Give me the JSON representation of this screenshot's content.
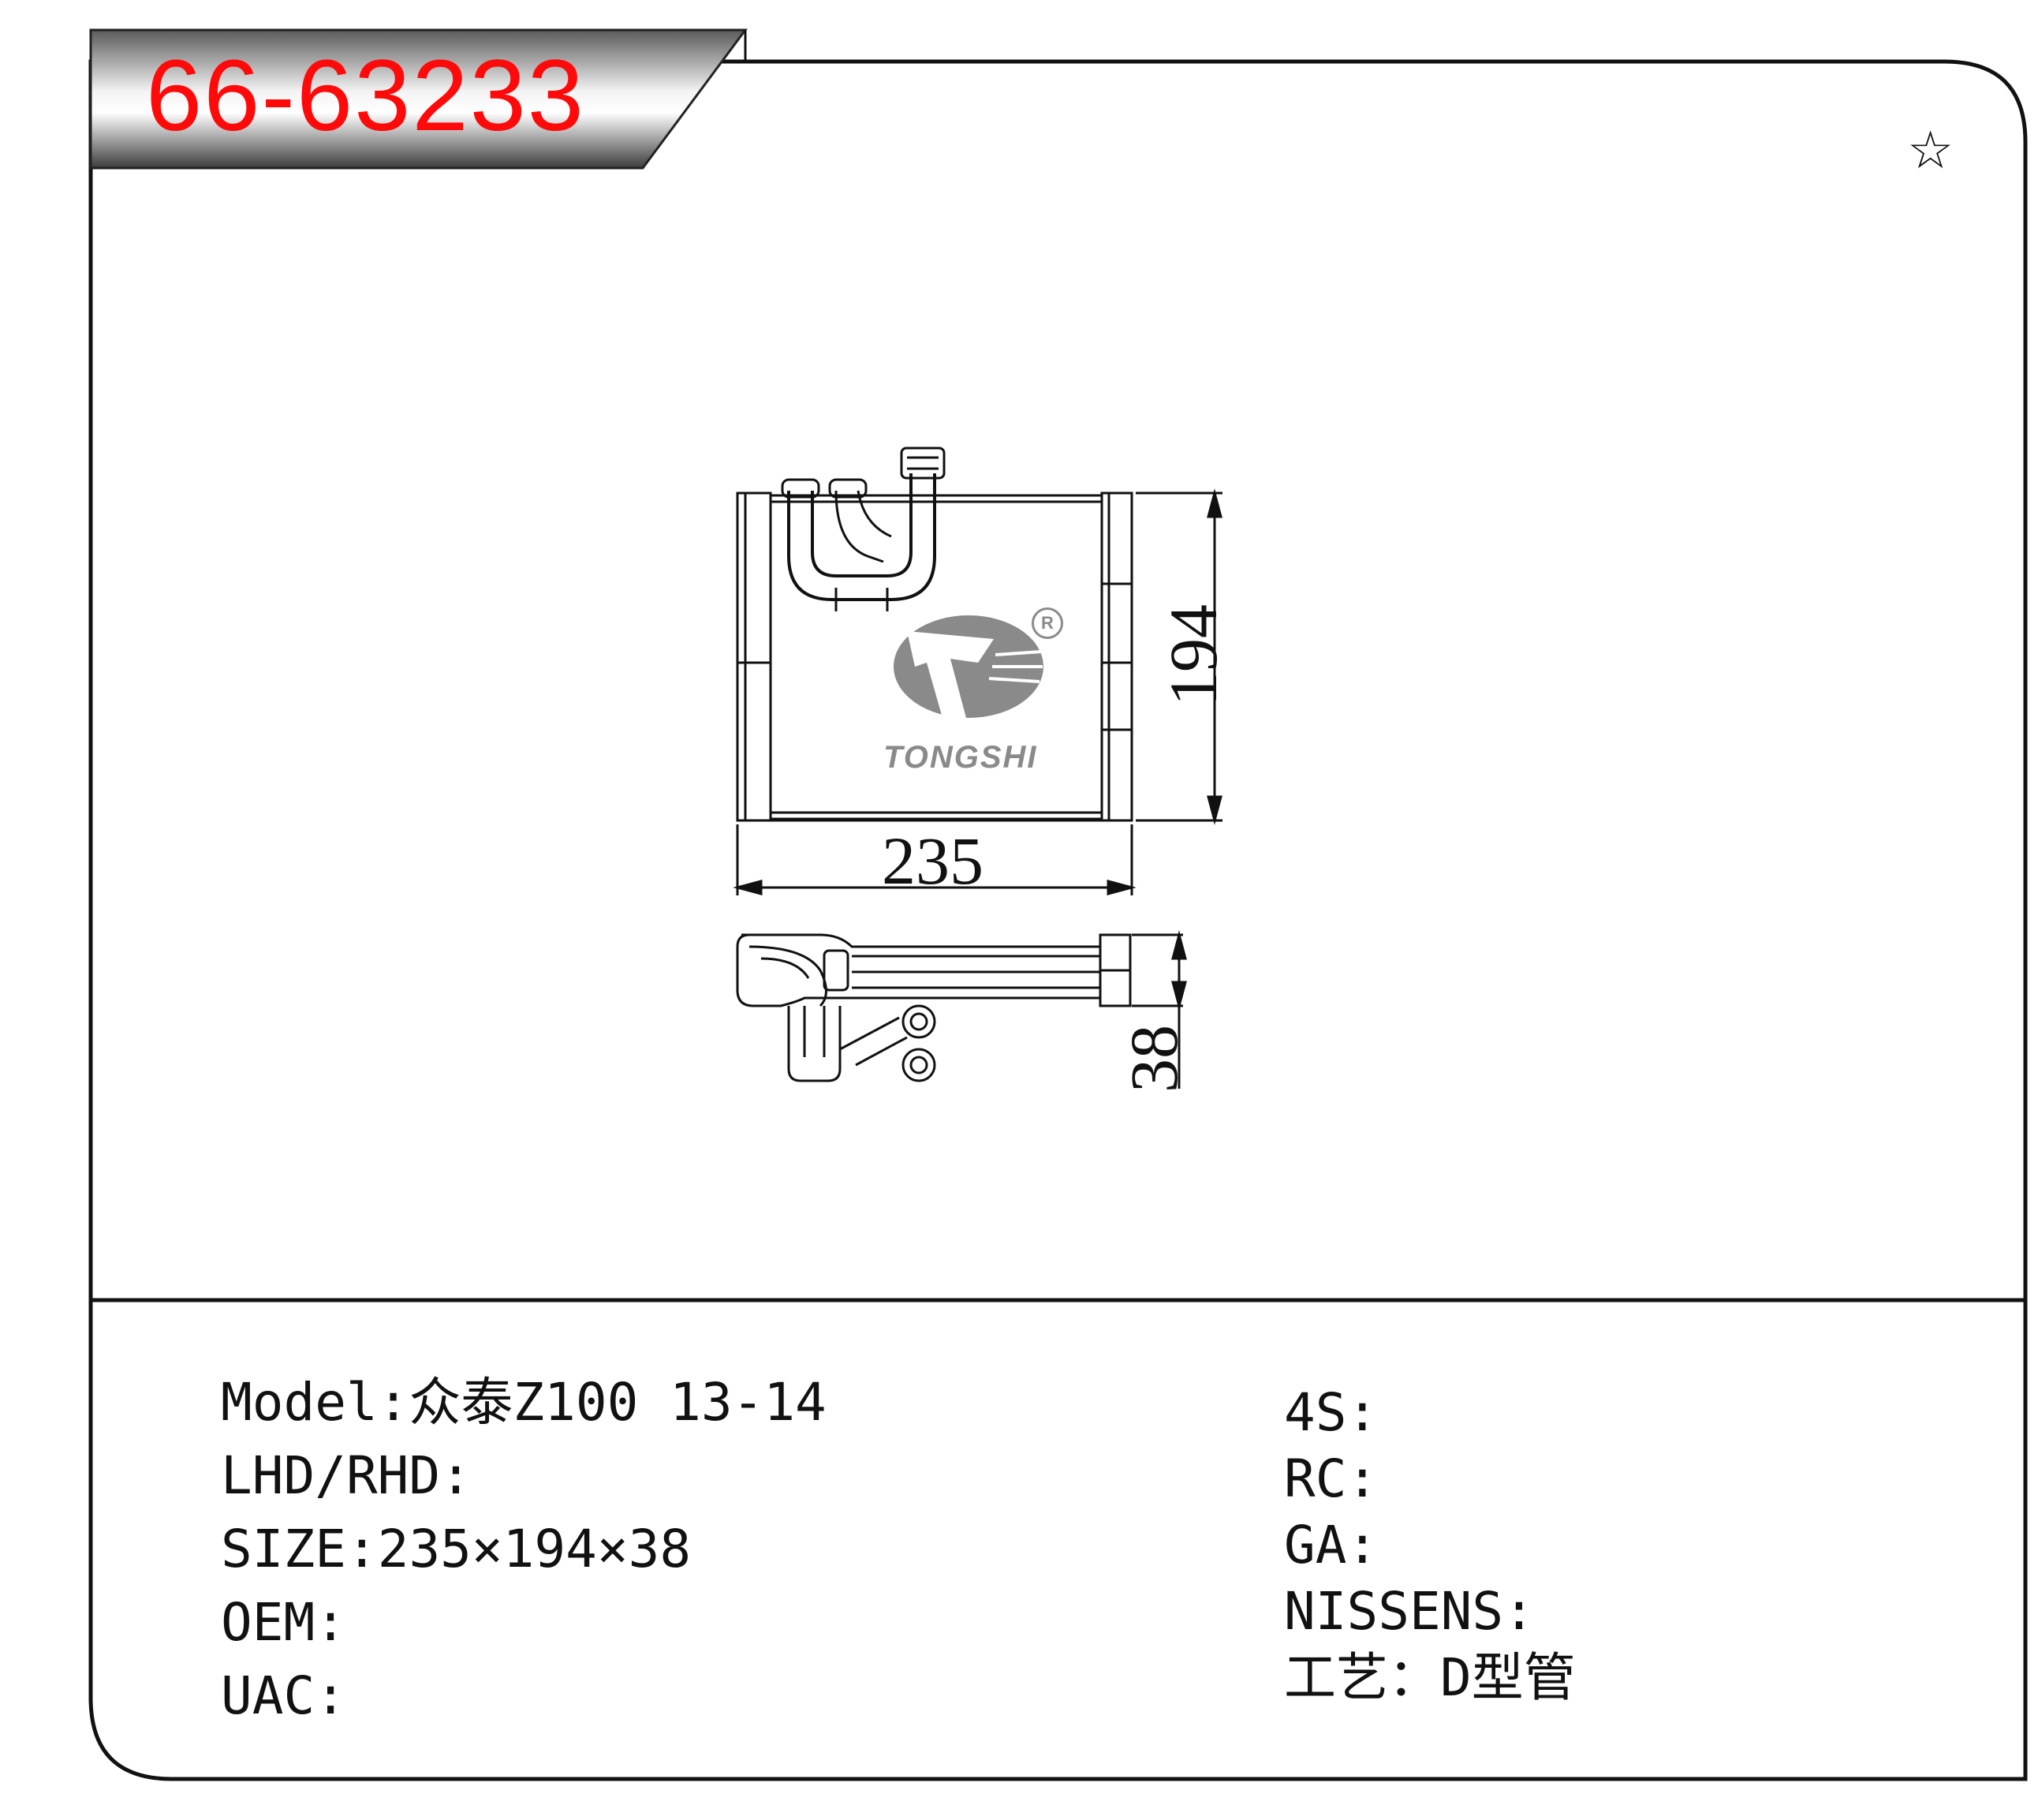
{
  "part_number": "66-63233",
  "star_symbol": "☆",
  "brand": {
    "name": "TONGSHI",
    "registered_mark": "R"
  },
  "dimensions": {
    "width": "235",
    "height": "194",
    "depth": "38"
  },
  "specs_left": [
    {
      "label": "Model",
      "sep": ":",
      "value": "众泰Z100 13-14"
    },
    {
      "label": "LHD/RHD",
      "sep": ":",
      "value": ""
    },
    {
      "label": "SIZE",
      "sep": ":",
      "value": "235×194×38"
    },
    {
      "label": "OEM",
      "sep": ":",
      "value": ""
    },
    {
      "label": "UAC",
      "sep": ":",
      "value": ""
    }
  ],
  "specs_right": [
    {
      "label": "4S",
      "sep": ":",
      "value": ""
    },
    {
      "label": "RC",
      "sep": ":",
      "value": ""
    },
    {
      "label": "GA",
      "sep": ":",
      "value": ""
    },
    {
      "label": "NISSENS",
      "sep": ":",
      "value": ""
    },
    {
      "label": "工艺",
      "sep": "：",
      "value": "D型管"
    }
  ]
}
